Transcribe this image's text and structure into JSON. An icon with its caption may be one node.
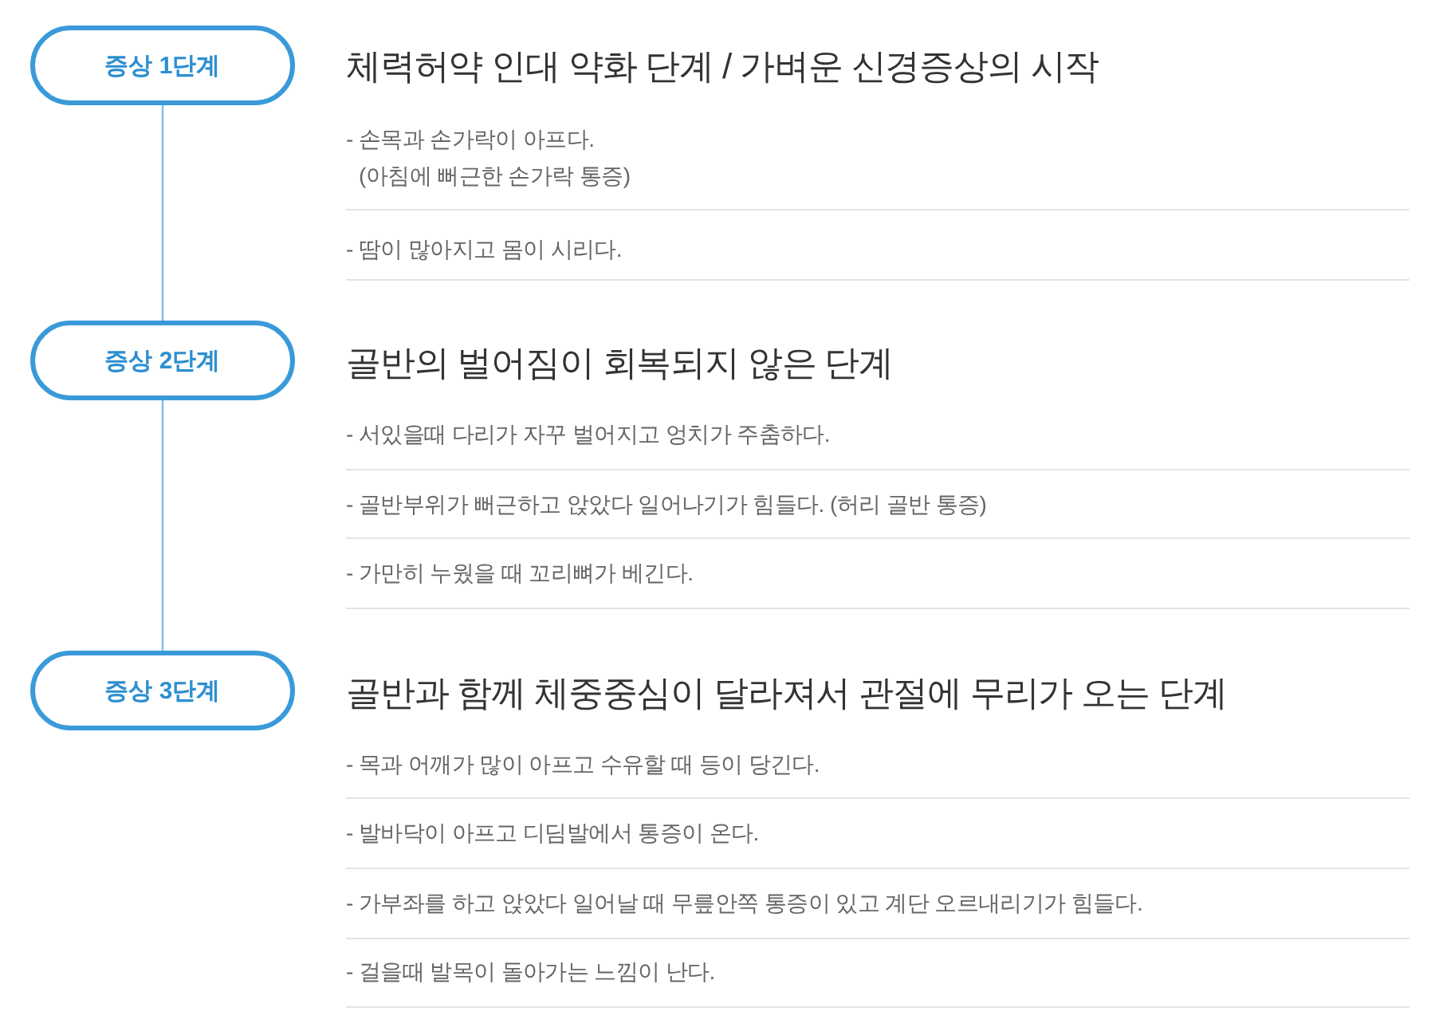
{
  "diagram": {
    "nodes": [
      {
        "text": [
          "증상 1단계"
        ],
        "beside": [
          "체력허약 인대 약화 단계 / 가벼운 신경증상의 시작"
        ]
      },
      {
        "text": [
          "증상 2단계"
        ],
        "beside": [
          "골반의 벌어짐이 회복되지 않은 단계"
        ]
      },
      {
        "text": [
          "증상 3단계"
        ],
        "beside": [
          "골반과 함께 체중중심이 달라져서 관절에 무리가 오는 단계"
        ]
      }
    ],
    "edges": [
      {
        "from": 0,
        "to": 1,
        "arrow": "none"
      },
      {
        "from": 1,
        "to": 2,
        "arrow": "none"
      }
    ],
    "labels": [
      "- 손목과 손가락이 아프다. (아침에 뻐근한 손가락 통증)",
      "- 땀이 많아지고 몸이 시리다.",
      "- 서있을때 다리가 자꾸 벌어지고 엉치가 주춤하다.",
      "- 골반부위가 뻐근하고 앉았다 일어나기가 힘들다. (허리 골반 통증)",
      "- 가만히 누웠을 때 꼬리뼈가 베긴다.",
      "- 목과 어깨가 많이 아프고 수유할 때 등이 당긴다.",
      "- 발바닥이 아프고 디딤발에서 통증이 온다.",
      "- 가부좌를 하고 앉았다 일어날 때 무릎안쪽 통증이 있고 계단 오르내리기가 힘들다.",
      "- 걸을때 발목이 돌아가는 느낌이 난다."
    ]
  }
}
